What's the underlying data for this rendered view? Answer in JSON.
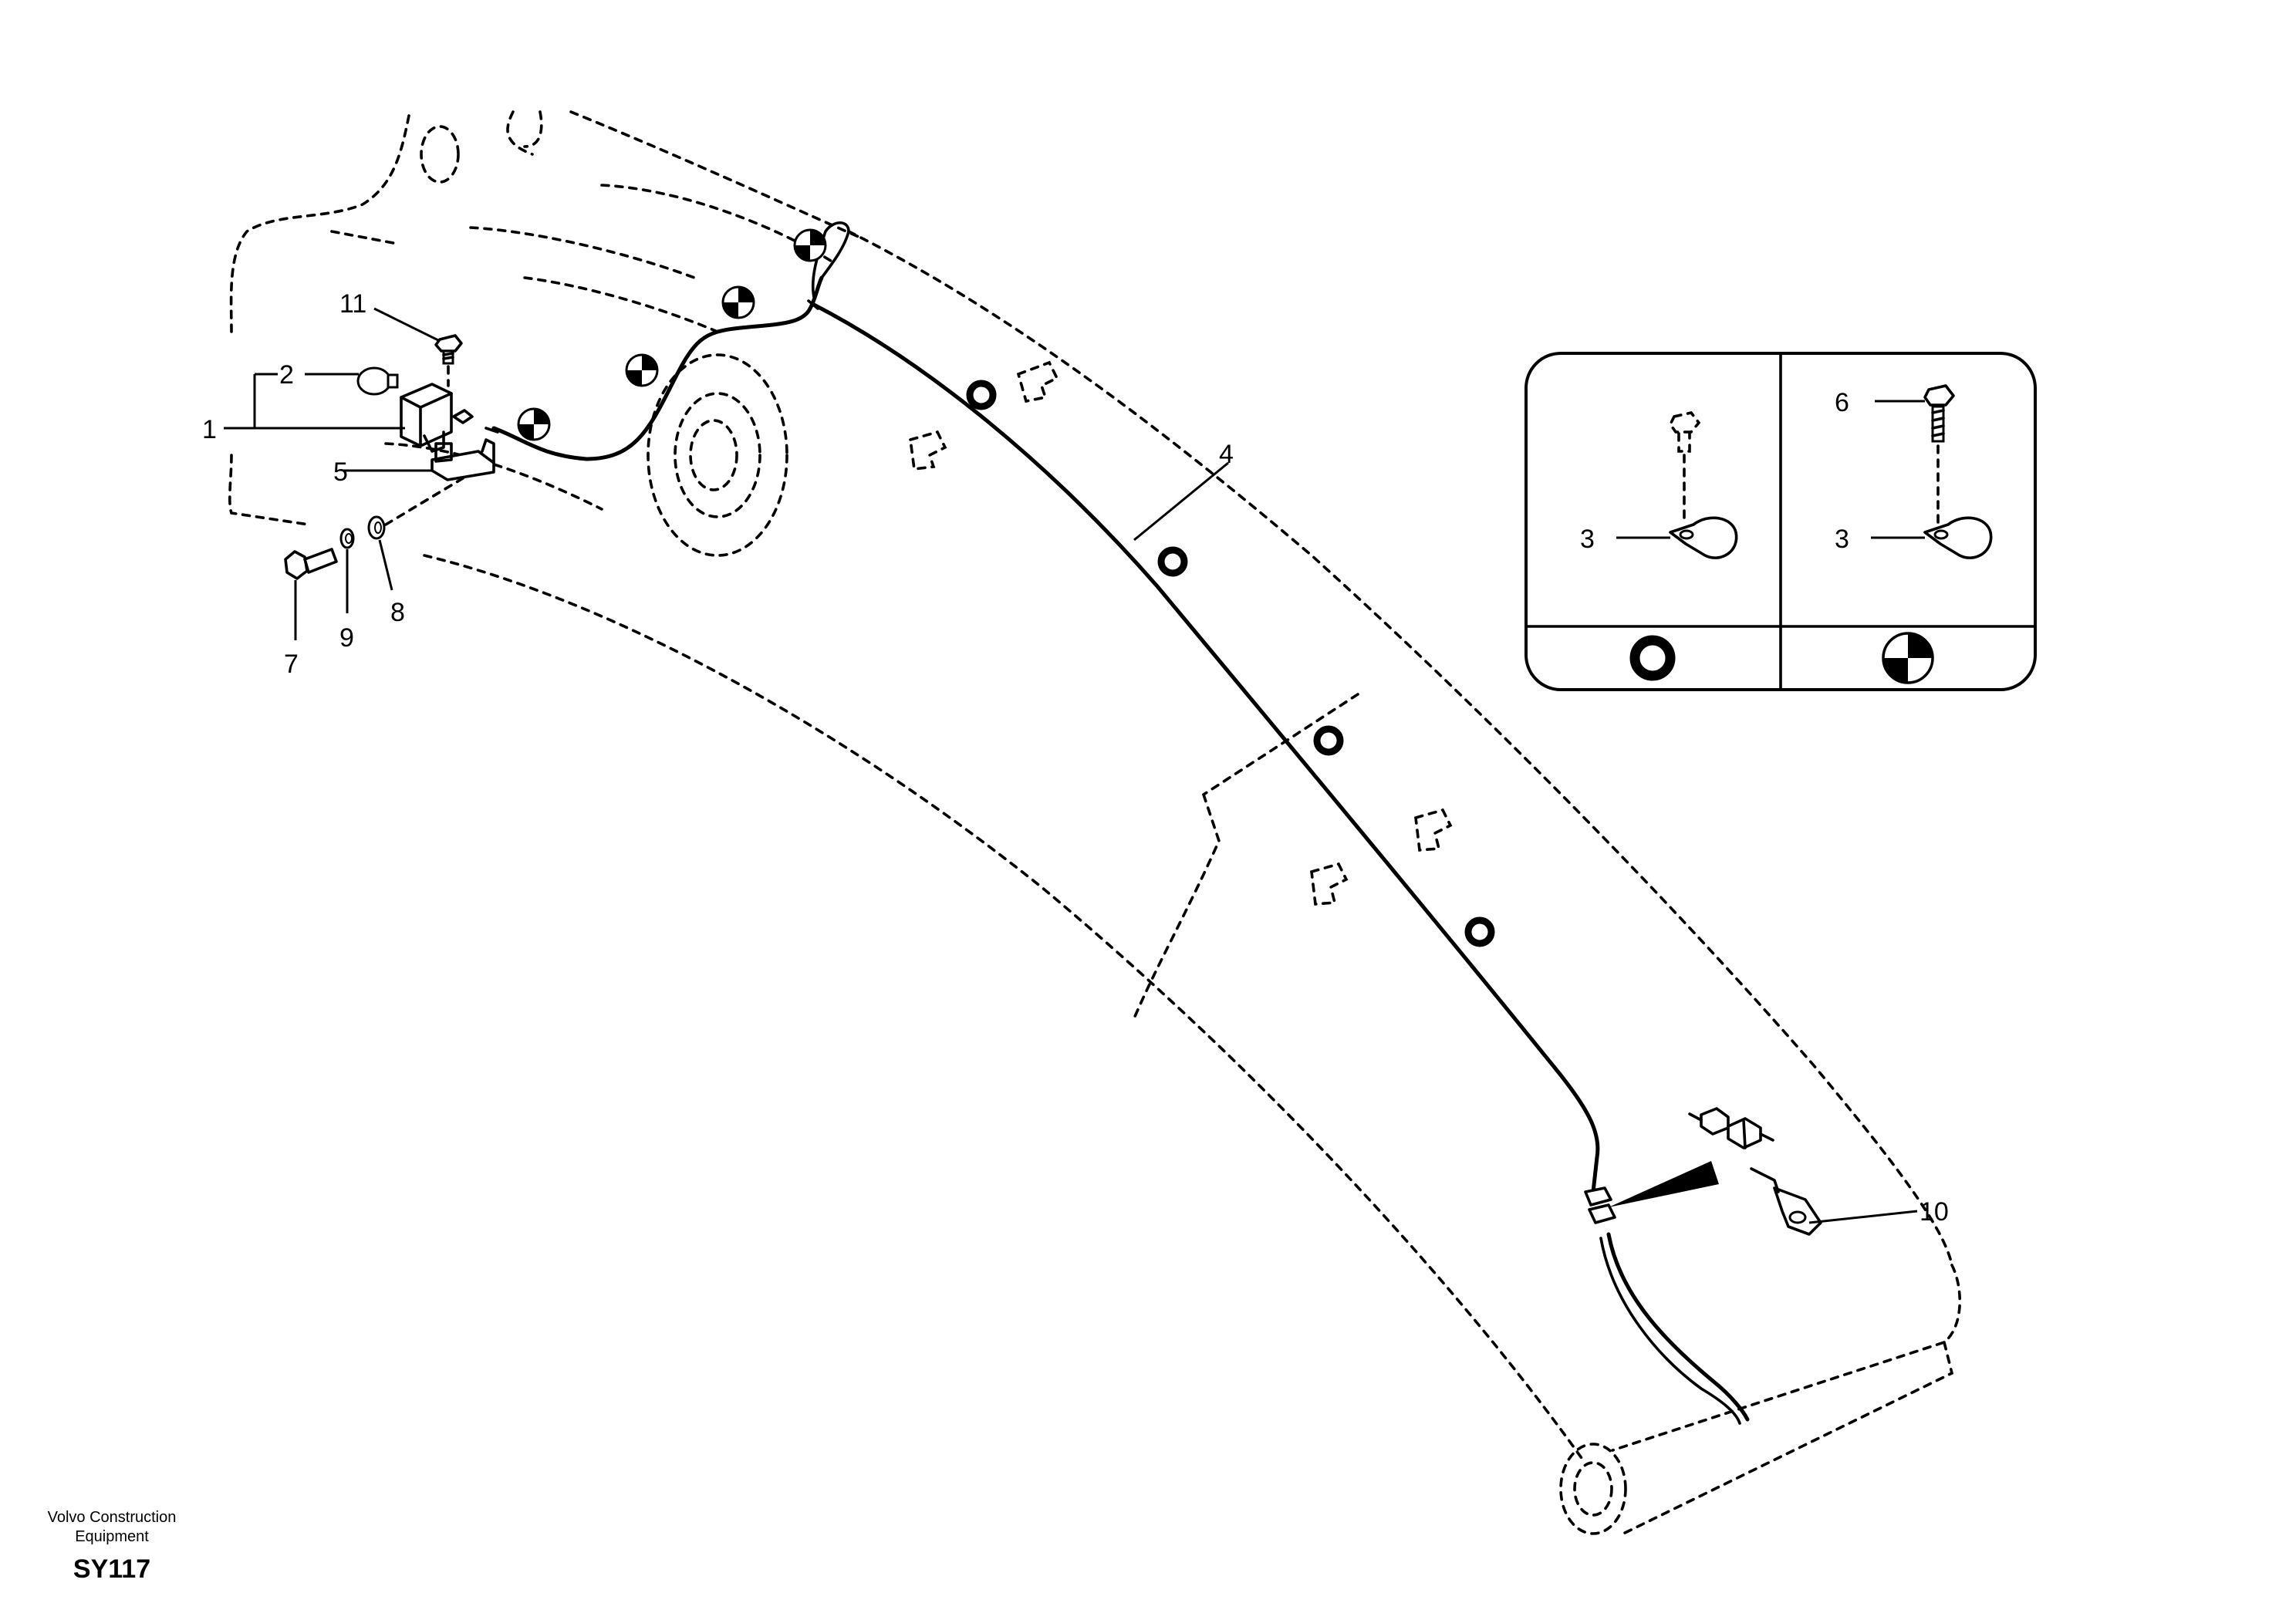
{
  "callouts": {
    "c1": "1",
    "c2": "2",
    "c3a": "3",
    "c3b": "3",
    "c4": "4",
    "c5": "5",
    "c6": "6",
    "c7": "7",
    "c8": "8",
    "c9": "9",
    "c10": "10",
    "c11": "11"
  },
  "footer": {
    "brand_line1": "Volvo Construction",
    "brand_line2": "Equipment",
    "code": "SY117"
  },
  "legend": {
    "left_symbol": "ring-clip-icon",
    "right_symbol": "quartered-disc-icon"
  }
}
